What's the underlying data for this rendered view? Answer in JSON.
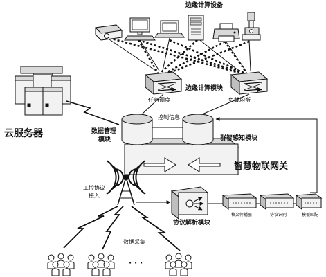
{
  "labels": {
    "edge_devices": "边缘计算设备",
    "edge_module": "边缘计算模块",
    "task_scheduling": "任务调度",
    "load_balancing": "负载均衡",
    "cloud_server": "云服务器",
    "data_management_line1": "数据管理",
    "data_management_line2": "模块",
    "control_info": "控制信息",
    "swarm_sensing": "群智感知模块",
    "gateway": "智慧物联网关",
    "industrial_protocol_line1": "工控协议",
    "industrial_protocol_line2": "接入",
    "protocol_parsing": "协议解析模块",
    "data_collection": "数据采集",
    "ellipsis": "· · ·",
    "box_protocol_converter": "格文传播器",
    "box_protocol_identification": "协议识别",
    "box_template_matching": "模板匹配"
  },
  "colors": {
    "stroke": "#111111",
    "fill_light": "#f2f2f2",
    "fill_mid": "#d9d9d9",
    "fill_dark": "#8c8c8c"
  },
  "icons": [
    "projector-icon",
    "desktop-computer-icon",
    "laptop-icon",
    "server-tower-icon",
    "printer-icon",
    "industrial-robot-icon",
    "router-icon",
    "cloud-server-cluster-icon",
    "database-cylinder-icon",
    "wireless-antenna-icon",
    "protocol-parser-icon",
    "network-switch-icon",
    "people-group-icon",
    "lightning-link-icon"
  ]
}
